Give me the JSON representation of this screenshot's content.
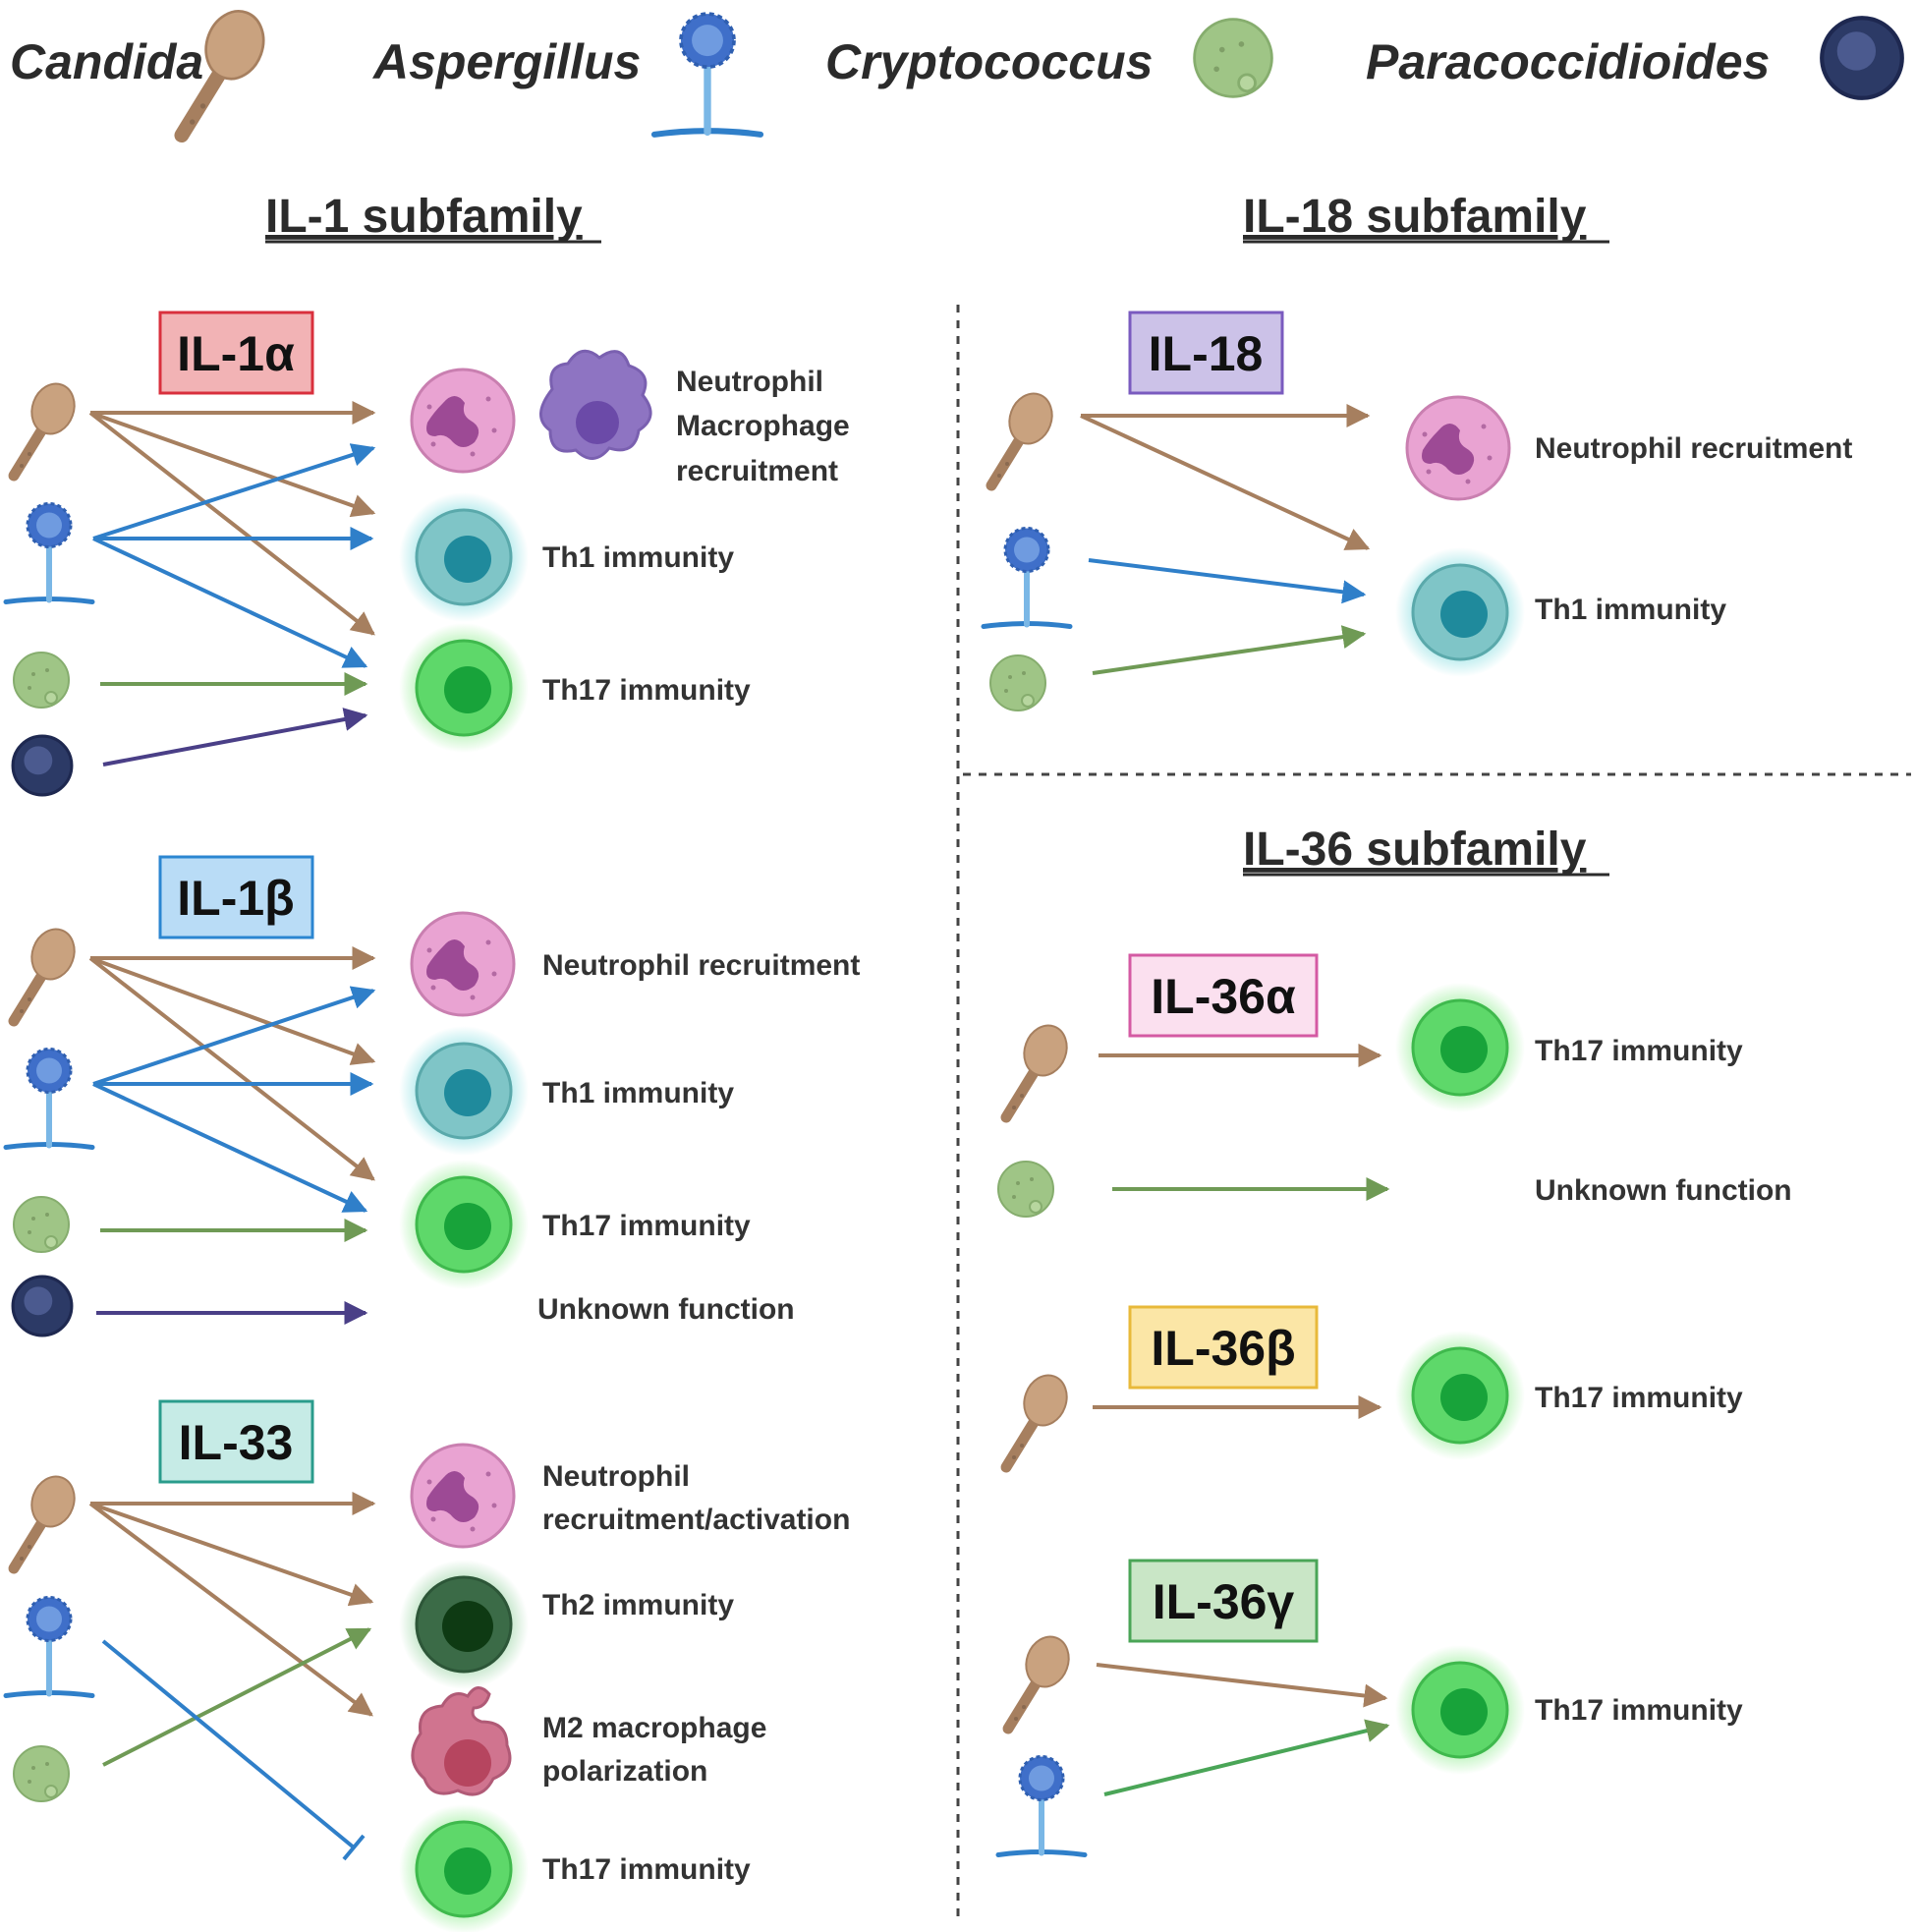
{
  "colors": {
    "candida": "#a67f5f",
    "aspergillus": "#2f7fc9",
    "cryptococcus": "#6f9a55",
    "paracoccidioides": "#4a3f87",
    "neutrophil": "#e9a3d2",
    "macrophage": "#8e74c2",
    "th1": "#5bb3b8",
    "th17": "#4fcf5a",
    "th2": "#3b6b47",
    "m2": "#c96a8a"
  },
  "organisms": {
    "candida": "Candida",
    "aspergillus": "Aspergillus",
    "cryptococcus": "Cryptococcus",
    "paracoccidioides": "Paracoccidioides"
  },
  "sections": {
    "il1": "IL-1 subfamily",
    "il18": "IL-18 subfamily",
    "il36": "IL-36 subfamily"
  },
  "cytokines": {
    "il1a": {
      "name": "IL-1α",
      "box_fill": "#f2b3b5",
      "box_stroke": "#d9303d"
    },
    "il1b": {
      "name": "IL-1β",
      "box_fill": "#b9dcf6",
      "box_stroke": "#2b86d1"
    },
    "il33": {
      "name": "IL-33",
      "box_fill": "#c6ebe6",
      "box_stroke": "#2a9c8c"
    },
    "il18": {
      "name": "IL-18",
      "box_fill": "#ccc2e8",
      "box_stroke": "#7a5bbf"
    },
    "il36a": {
      "name": "IL-36α",
      "box_fill": "#fbe0ef",
      "box_stroke": "#d45aa3"
    },
    "il36b": {
      "name": "IL-36β",
      "box_fill": "#fbe6a6",
      "box_stroke": "#e8b93a"
    },
    "il36g": {
      "name": "IL-36γ",
      "box_fill": "#c9e6c6",
      "box_stroke": "#4aa557"
    }
  },
  "labels": {
    "il1a_nm_1": "Neutrophil",
    "il1a_nm_2": "Macrophage",
    "il1a_nm_3": "recruitment",
    "il1a_th1": "Th1 immunity",
    "il1a_th17": "Th17 immunity",
    "il1b_neut": "Neutrophil recruitment",
    "il1b_th1": "Th1 immunity",
    "il1b_th17": "Th17 immunity",
    "il1b_unknown": "Unknown function",
    "il33_neut_1": "Neutrophil",
    "il33_neut_2": "recruitment/activation",
    "il33_th2": "Th2 immunity",
    "il33_m2_1": "M2 macrophage",
    "il33_m2_2": "polarization",
    "il33_th17": "Th17 immunity",
    "il18_neut": "Neutrophil recruitment",
    "il18_th1": "Th1 immunity",
    "il36a_th17": "Th17 immunity",
    "il36a_unknown": "Unknown function",
    "il36b_th17": "Th17 immunity",
    "il36g_th17": "Th17 immunity"
  }
}
